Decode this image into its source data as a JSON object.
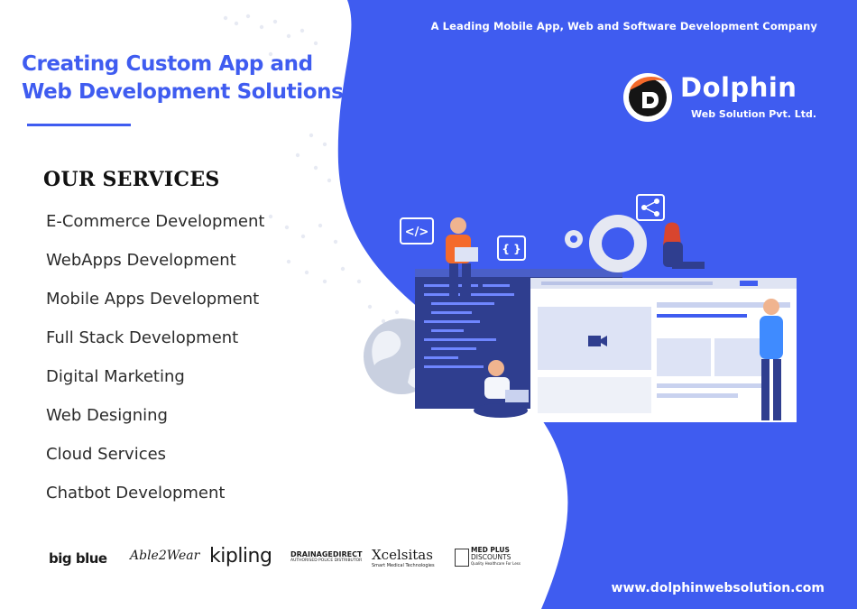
{
  "header": {
    "tagline": "A Leading Mobile App, Web and Software Development Company"
  },
  "headline": {
    "line1": "Creating Custom App and",
    "line2": "Web Development Solutions"
  },
  "brand": {
    "name": "Dolphin",
    "subtitle": "Web Solution Pvt. Ltd."
  },
  "services": {
    "title": "OUR SERVICES",
    "items": [
      "E-Commerce Development",
      "WebApps Development",
      "Mobile Apps Development",
      "Full Stack Development",
      "Digital Marketing",
      "Web Designing",
      "Cloud Services",
      "Chatbot Development"
    ]
  },
  "clients": {
    "bigblue": "big blue",
    "able2wear": "Able2Wear",
    "kipling": "kipling",
    "drainagedirect": "DRAINAGEDIRECT",
    "drainagedirect_sub": "AUTHORISED POLICE DISTRIBUTOR",
    "xcelsitas": "Xcelsitas",
    "xcelsitas_sub": "Smart Medical Technologies",
    "medplus_line1": "MED PLUS",
    "medplus_line2": "DISCOUNTS",
    "medplus_sub": "Quality Healthcare For Less"
  },
  "footer": {
    "website": "www.dolphinwebsolution.com"
  },
  "colors": {
    "brand_blue": "#3f5cf0",
    "text_dark": "#2b2b2b",
    "accent_orange": "#f46a2b"
  }
}
